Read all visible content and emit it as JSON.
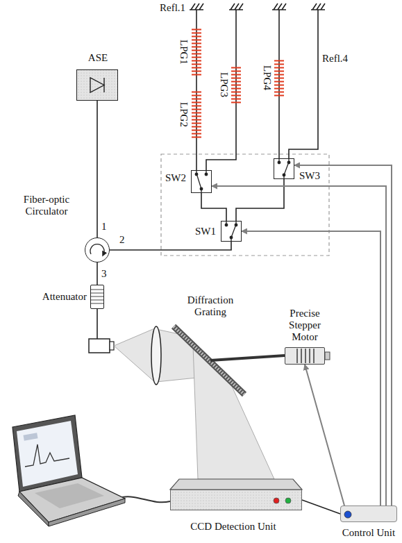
{
  "diagram": {
    "nodes": [
      {
        "text": [
          "ASE"
        ]
      },
      {
        "text": [
          "Fiber-optic Circulator"
        ]
      },
      {
        "text": [
          "SW1"
        ]
      },
      {
        "text": [
          "SW2"
        ]
      },
      {
        "text": [
          "SW3"
        ]
      },
      {
        "text": [
          "Attenuator"
        ]
      },
      {
        "text": [
          "Precise Stepper Motor"
        ]
      },
      {
        "text": [
          "CCD Detection Unit"
        ]
      },
      {
        "text": [
          "Control Unit"
        ]
      }
    ],
    "edges": [
      {
        "from": 0,
        "to": 1,
        "arrow": "none"
      },
      {
        "from": 1,
        "to": 2,
        "arrow": "none"
      },
      {
        "from": 2,
        "to": 3,
        "arrow": "none"
      },
      {
        "from": 2,
        "to": 4,
        "arrow": "none"
      },
      {
        "from": 8,
        "to": 2,
        "arrow": "to"
      },
      {
        "from": 8,
        "to": 3,
        "arrow": "to"
      },
      {
        "from": 8,
        "to": 4,
        "arrow": "to"
      },
      {
        "from": 8,
        "to": 6,
        "arrow": "to"
      },
      {
        "from": 7,
        "to": 8,
        "arrow": "none"
      },
      {
        "from": 1,
        "to": 5,
        "arrow": "none"
      }
    ],
    "labels": [
      "Refl.1",
      "LPG1",
      "LPG2",
      "LPG3",
      "LPG4",
      "Refl.4",
      "1",
      "2",
      "3",
      "Diffraction Grating"
    ]
  }
}
